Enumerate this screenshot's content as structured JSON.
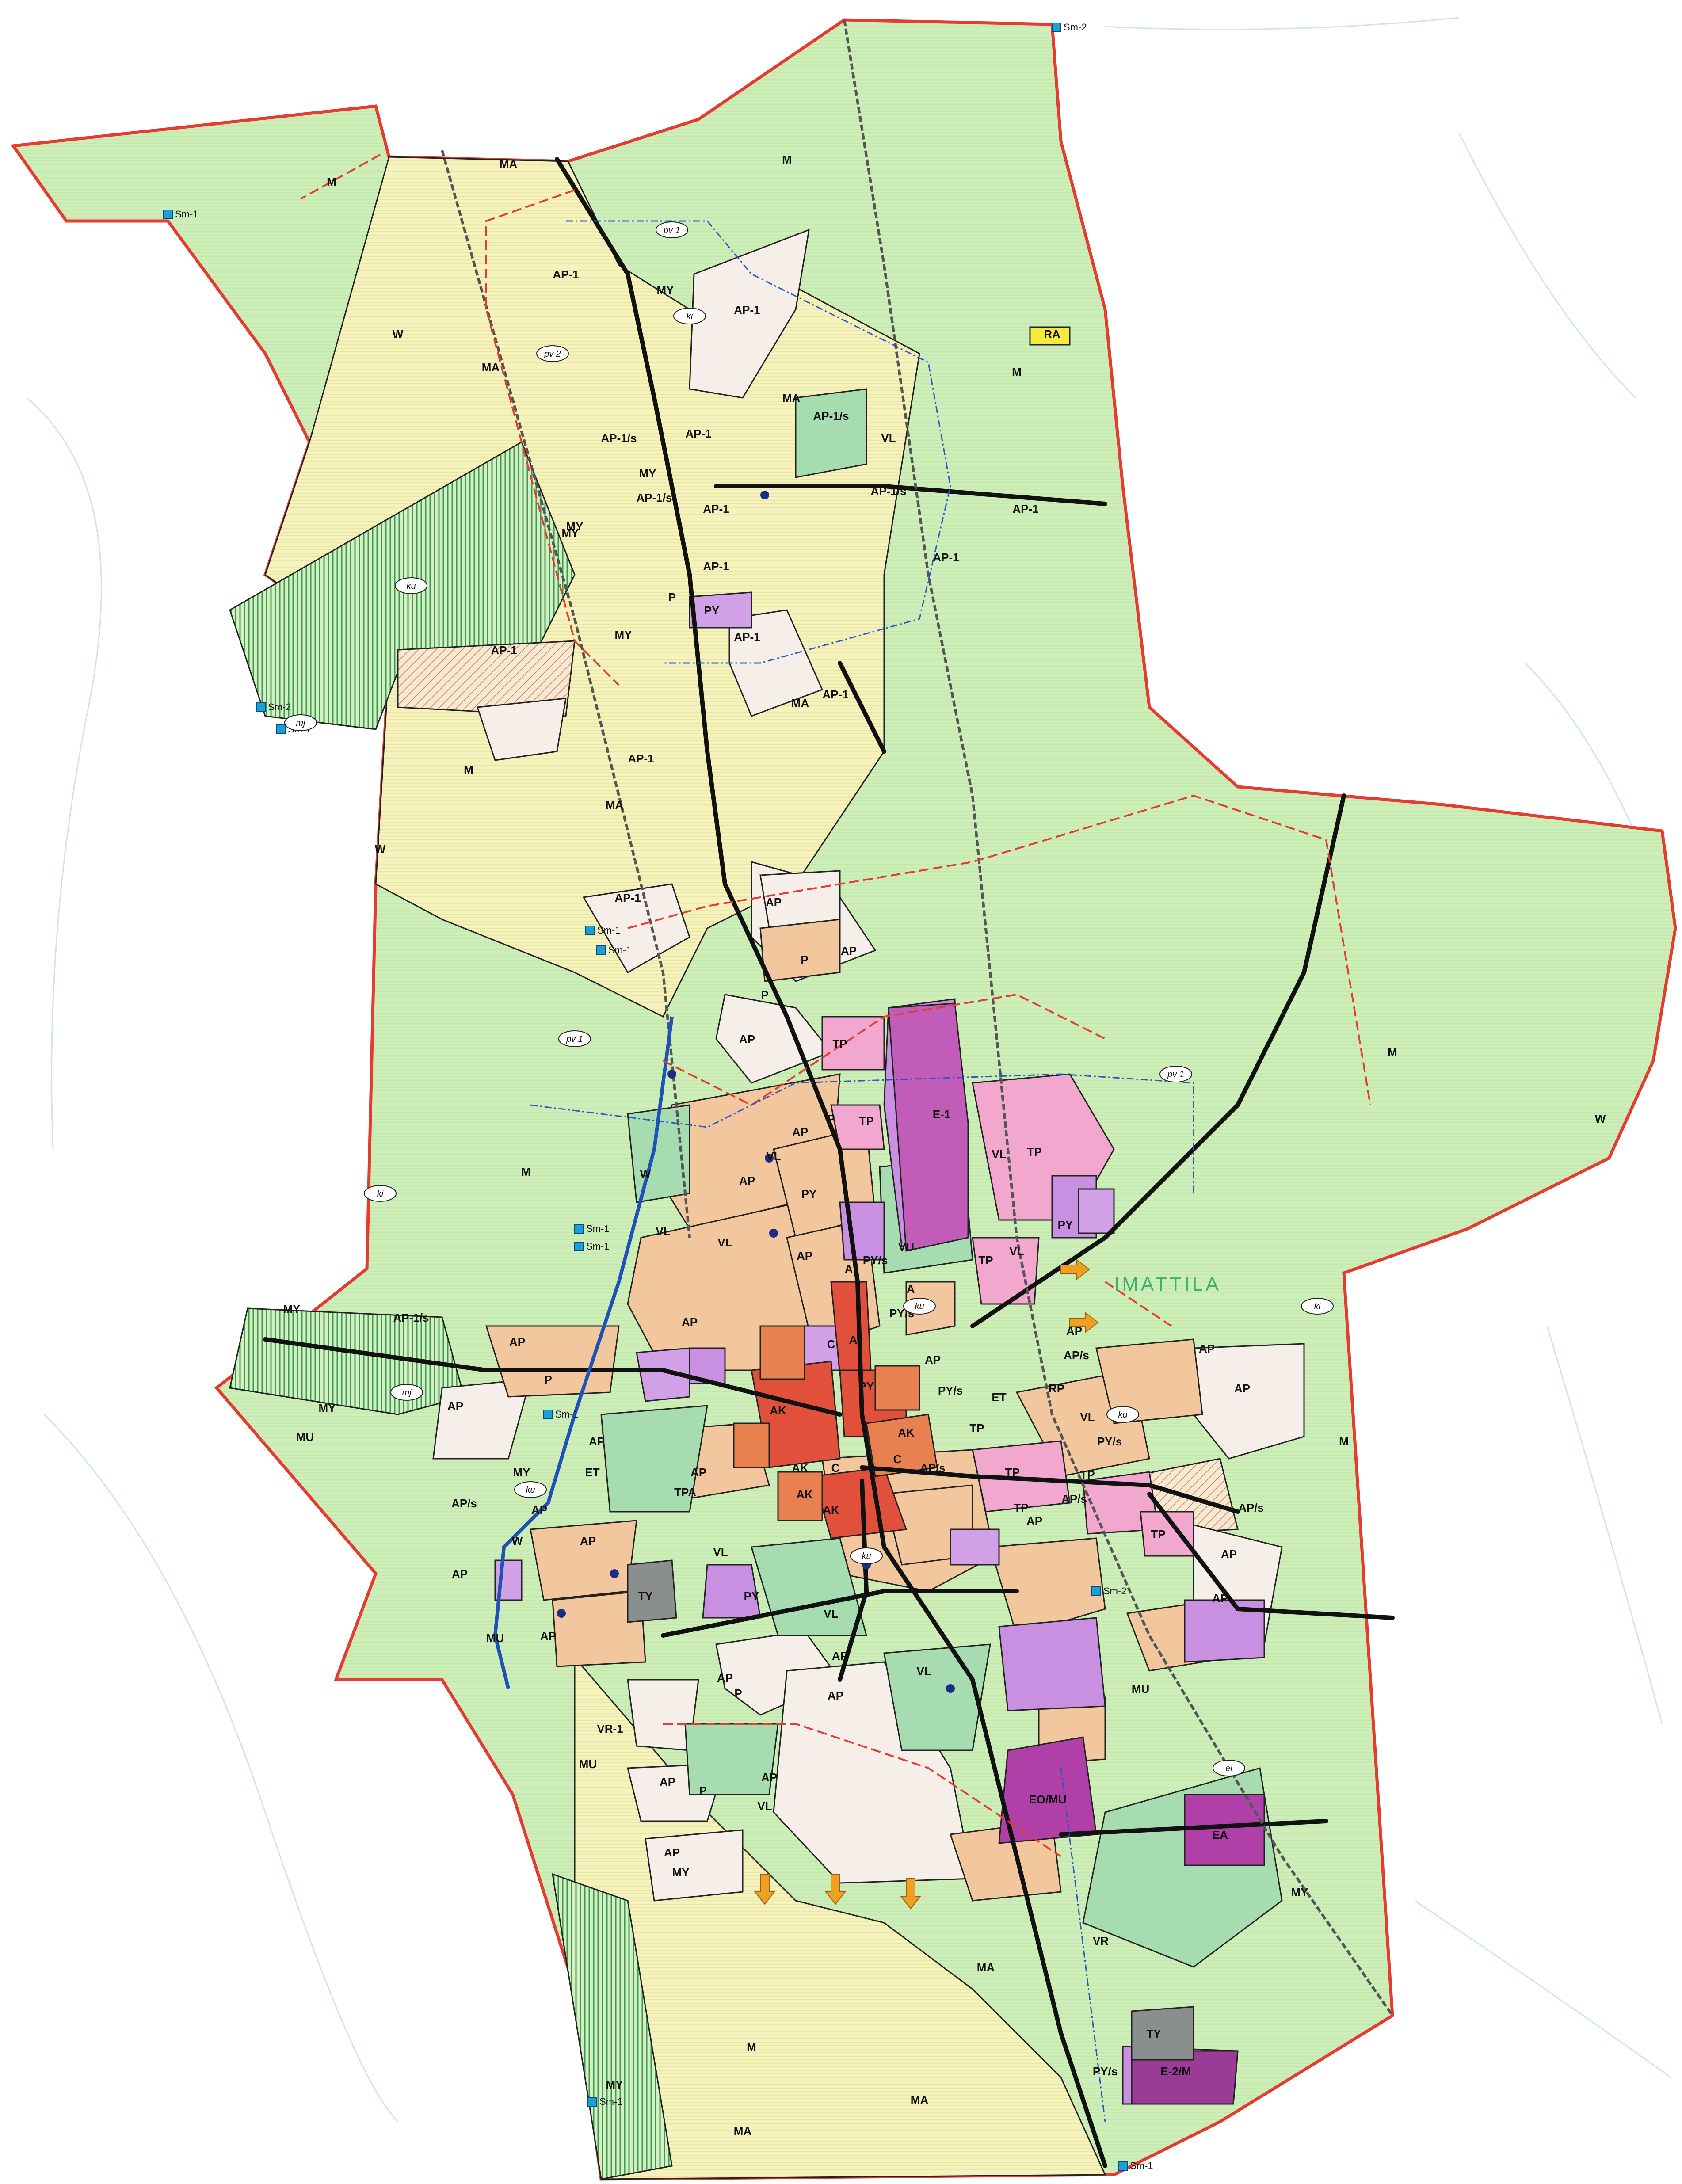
{
  "map": {
    "place_name": "IMATTILA",
    "colors": {
      "background": "#ffffff",
      "forestry": "#cdeeb9",
      "agriculture_forestry": "#f3f1b2",
      "low_density_housing": "#f2c79d",
      "residential": "#f5efe8",
      "commercial": "#d1a0e6",
      "centre": "#e0503a",
      "industry": "#f2a7cf",
      "landscape": "#8fd1a1",
      "boundary": "#e53b30",
      "road": "#111111",
      "rail": "#555555",
      "river": "#1e52b8"
    },
    "zones": [
      {
        "id": "z-m-nw",
        "label": "M"
      },
      {
        "id": "z-m-n",
        "label": "M"
      },
      {
        "id": "z-m-ne",
        "label": "M"
      },
      {
        "id": "z-m-e",
        "label": "M"
      },
      {
        "id": "z-m-se",
        "label": "M"
      },
      {
        "id": "z-m-s",
        "label": "M"
      },
      {
        "id": "z-m-w",
        "label": "M"
      },
      {
        "id": "z-m-w2",
        "label": "M"
      },
      {
        "id": "z-ma-1",
        "label": "MA"
      },
      {
        "id": "z-ma-2",
        "label": "MA"
      },
      {
        "id": "z-ma-3",
        "label": "MA"
      },
      {
        "id": "z-ma-4",
        "label": "MA"
      },
      {
        "id": "z-ma-5",
        "label": "MA"
      },
      {
        "id": "z-ma-6",
        "label": "MA"
      },
      {
        "id": "z-ma-7",
        "label": "MA"
      },
      {
        "id": "z-ma-8",
        "label": "MA"
      },
      {
        "id": "z-ap1-1",
        "label": "AP-1"
      },
      {
        "id": "z-ap1-2",
        "label": "AP-1"
      },
      {
        "id": "z-ap1-3",
        "label": "AP-1"
      },
      {
        "id": "z-ap1-4",
        "label": "AP-1"
      },
      {
        "id": "z-ap1-5",
        "label": "AP-1"
      },
      {
        "id": "z-ap1-6",
        "label": "AP-1"
      },
      {
        "id": "z-ap1-7",
        "label": "AP-1"
      },
      {
        "id": "z-ap1-8",
        "label": "AP-1"
      },
      {
        "id": "z-ap1-9",
        "label": "AP-1"
      },
      {
        "id": "z-ap1-10",
        "label": "AP-1"
      },
      {
        "id": "z-ap1-11",
        "label": "AP-1"
      },
      {
        "id": "z-ap1-12",
        "label": "AP-1"
      },
      {
        "id": "z-ap1s-1",
        "label": "AP-1/s"
      },
      {
        "id": "z-ap1s-2",
        "label": "AP-1/s"
      },
      {
        "id": "z-ap1s-3",
        "label": "AP-1/s"
      },
      {
        "id": "z-ap1s-4",
        "label": "AP-1/s"
      },
      {
        "id": "z-ap1s-5",
        "label": "AP-1/s"
      },
      {
        "id": "z-vl-n",
        "label": "VL"
      },
      {
        "id": "z-ra",
        "label": "RA"
      },
      {
        "id": "z-my-1",
        "label": "MY"
      },
      {
        "id": "z-my-2",
        "label": "MY"
      },
      {
        "id": "z-my-3",
        "label": "MY"
      },
      {
        "id": "z-my-4",
        "label": "MY"
      },
      {
        "id": "z-my-5",
        "label": "MY"
      },
      {
        "id": "z-my-6",
        "label": "MY"
      },
      {
        "id": "z-my-7",
        "label": "MY"
      },
      {
        "id": "z-my-8",
        "label": "MY"
      },
      {
        "id": "z-my-9",
        "label": "MY"
      },
      {
        "id": "z-my-10",
        "label": "MY"
      },
      {
        "id": "z-my-11",
        "label": "MY"
      },
      {
        "id": "z-mu-1",
        "label": "MU"
      },
      {
        "id": "z-mu-2",
        "label": "MU"
      },
      {
        "id": "z-mu-3",
        "label": "MU"
      },
      {
        "id": "z-mu-4",
        "label": "MU"
      },
      {
        "id": "z-w-1",
        "label": "W"
      },
      {
        "id": "z-w-2",
        "label": "W"
      },
      {
        "id": "z-w-3",
        "label": "W"
      },
      {
        "id": "z-w-4",
        "label": "W"
      },
      {
        "id": "z-w-5",
        "label": "W"
      },
      {
        "id": "z-py-1",
        "label": "PY"
      },
      {
        "id": "z-py-2",
        "label": "PY"
      },
      {
        "id": "z-py-3",
        "label": "PY"
      },
      {
        "id": "z-py-4",
        "label": "PY"
      },
      {
        "id": "z-py-5",
        "label": "PY"
      },
      {
        "id": "z-pys-1",
        "label": "PY/s"
      },
      {
        "id": "z-pys-2",
        "label": "PY/s"
      },
      {
        "id": "z-pys-3",
        "label": "PY/s"
      },
      {
        "id": "z-pys-4",
        "label": "PY/s"
      },
      {
        "id": "z-pys-5",
        "label": "PY/s"
      },
      {
        "id": "z-ap-1",
        "label": "AP"
      },
      {
        "id": "z-ap-2",
        "label": "AP"
      },
      {
        "id": "z-ap-3",
        "label": "AP"
      },
      {
        "id": "z-ap-4",
        "label": "AP"
      },
      {
        "id": "z-ap-5",
        "label": "AP"
      },
      {
        "id": "z-ap-6",
        "label": "AP"
      },
      {
        "id": "z-ap-7",
        "label": "AP"
      },
      {
        "id": "z-ap-8",
        "label": "AP"
      },
      {
        "id": "z-ap-9",
        "label": "AP"
      },
      {
        "id": "z-ap-10",
        "label": "AP"
      },
      {
        "id": "z-ap-11",
        "label": "AP"
      },
      {
        "id": "z-ap-12",
        "label": "AP"
      },
      {
        "id": "z-ap-13",
        "label": "AP"
      },
      {
        "id": "z-ap-14",
        "label": "AP"
      },
      {
        "id": "z-ap-15",
        "label": "AP"
      },
      {
        "id": "z-ap-16",
        "label": "AP"
      },
      {
        "id": "z-ap-17",
        "label": "AP"
      },
      {
        "id": "z-ap-18",
        "label": "AP"
      },
      {
        "id": "z-ap-19",
        "label": "AP"
      },
      {
        "id": "z-ap-20",
        "label": "AP"
      },
      {
        "id": "z-ap-21",
        "label": "AP"
      },
      {
        "id": "z-ap-22",
        "label": "AP"
      },
      {
        "id": "z-ap-23",
        "label": "AP"
      },
      {
        "id": "z-ap-24",
        "label": "AP"
      },
      {
        "id": "z-ap-25",
        "label": "AP"
      },
      {
        "id": "z-ap-26",
        "label": "AP"
      },
      {
        "id": "z-ap-27",
        "label": "AP"
      },
      {
        "id": "z-ap-28",
        "label": "AP"
      },
      {
        "id": "z-aps-1",
        "label": "AP/s"
      },
      {
        "id": "z-aps-2",
        "label": "AP/s"
      },
      {
        "id": "z-aps-3",
        "label": "AP/s"
      },
      {
        "id": "z-aps-4",
        "label": "AP/s"
      },
      {
        "id": "z-aps-5",
        "label": "AP/s"
      },
      {
        "id": "z-tp-1",
        "label": "TP"
      },
      {
        "id": "z-tp-2",
        "label": "TP"
      },
      {
        "id": "z-tp-3",
        "label": "TP"
      },
      {
        "id": "z-tp-4",
        "label": "TP"
      },
      {
        "id": "z-tp-5",
        "label": "TP"
      },
      {
        "id": "z-tp-6",
        "label": "TP"
      },
      {
        "id": "z-tp-7",
        "label": "TP"
      },
      {
        "id": "z-tp-8",
        "label": "TP"
      },
      {
        "id": "z-tp-9",
        "label": "TP"
      },
      {
        "id": "z-e1",
        "label": "E-1"
      },
      {
        "id": "z-vl-1",
        "label": "VL"
      },
      {
        "id": "z-vl-2",
        "label": "VL"
      },
      {
        "id": "z-vl-3",
        "label": "VL"
      },
      {
        "id": "z-vl-4",
        "label": "VL"
      },
      {
        "id": "z-vl-5",
        "label": "VL"
      },
      {
        "id": "z-vl-6",
        "label": "VL"
      },
      {
        "id": "z-vl-7",
        "label": "VL"
      },
      {
        "id": "z-vl-8",
        "label": "VL"
      },
      {
        "id": "z-vl-9",
        "label": "VL"
      },
      {
        "id": "z-vl-10",
        "label": "VL"
      },
      {
        "id": "z-vu",
        "label": "VU"
      },
      {
        "id": "z-a-1",
        "label": "A"
      },
      {
        "id": "z-a-2",
        "label": "A"
      },
      {
        "id": "z-a-3",
        "label": "A"
      },
      {
        "id": "z-c-1",
        "label": "C"
      },
      {
        "id": "z-c-2",
        "label": "C"
      },
      {
        "id": "z-c-3",
        "label": "C"
      },
      {
        "id": "z-ak-1",
        "label": "AK"
      },
      {
        "id": "z-ak-2",
        "label": "AK"
      },
      {
        "id": "z-ak-3",
        "label": "AK"
      },
      {
        "id": "z-ak-4",
        "label": "AK"
      },
      {
        "id": "z-ak-5",
        "label": "AK"
      },
      {
        "id": "z-p-1",
        "label": "P"
      },
      {
        "id": "z-p-2",
        "label": "P"
      },
      {
        "id": "z-p-3",
        "label": "P"
      },
      {
        "id": "z-p-4",
        "label": "P"
      },
      {
        "id": "z-p-5",
        "label": "P"
      },
      {
        "id": "z-p-6",
        "label": "P"
      },
      {
        "id": "z-p-7",
        "label": "P"
      },
      {
        "id": "z-rp",
        "label": "RP"
      },
      {
        "id": "z-et-1",
        "label": "ET"
      },
      {
        "id": "z-et-2",
        "label": "ET"
      },
      {
        "id": "z-tpa",
        "label": "TPA"
      },
      {
        "id": "z-ty-1",
        "label": "TY"
      },
      {
        "id": "z-ty-2",
        "label": "TY"
      },
      {
        "id": "z-vr-1",
        "label": "VR-1"
      },
      {
        "id": "z-vr",
        "label": "VR"
      },
      {
        "id": "z-eomu",
        "label": "EO/MU"
      },
      {
        "id": "z-ea",
        "label": "EA"
      },
      {
        "id": "z-e2m",
        "label": "E-2/M"
      }
    ],
    "symbols": [
      {
        "id": "s-sm1-nw",
        "label": "Sm-1"
      },
      {
        "id": "s-sm2-n",
        "label": "Sm-2"
      },
      {
        "id": "s-sm2-w",
        "label": "Sm-2"
      },
      {
        "id": "s-sm1-w",
        "label": "Sm-1"
      },
      {
        "id": "s-sm1-mid1",
        "label": "Sm-1"
      },
      {
        "id": "s-sm1-mid2",
        "label": "Sm-1"
      },
      {
        "id": "s-sm1-c1",
        "label": "Sm-1"
      },
      {
        "id": "s-sm1-c2",
        "label": "Sm-1"
      },
      {
        "id": "s-sm1-c3",
        "label": "Sm-1"
      },
      {
        "id": "s-sm2-se",
        "label": "Sm-2"
      },
      {
        "id": "s-sm1-sw",
        "label": "Sm-1"
      },
      {
        "id": "s-sm1-s",
        "label": "Sm-1"
      }
    ],
    "badges": [
      {
        "id": "b-pv1-a",
        "label": "pv 1"
      },
      {
        "id": "b-pv1-b",
        "label": "pv 1"
      },
      {
        "id": "b-pv1-c",
        "label": "pv 1"
      },
      {
        "id": "b-pv2",
        "label": "pv 2"
      },
      {
        "id": "b-ku-1",
        "label": "ku"
      },
      {
        "id": "b-ku-2",
        "label": "ku"
      },
      {
        "id": "b-ku-3",
        "label": "ku"
      },
      {
        "id": "b-ku-4",
        "label": "ku"
      },
      {
        "id": "b-ku-5",
        "label": "ku"
      },
      {
        "id": "b-ki-1",
        "label": "ki"
      },
      {
        "id": "b-ki-2",
        "label": "ki"
      },
      {
        "id": "b-ki-3",
        "label": "ki"
      },
      {
        "id": "b-mj-1",
        "label": "mj"
      },
      {
        "id": "b-mj-2",
        "label": "mj"
      },
      {
        "id": "b-el",
        "label": "el"
      }
    ]
  }
}
